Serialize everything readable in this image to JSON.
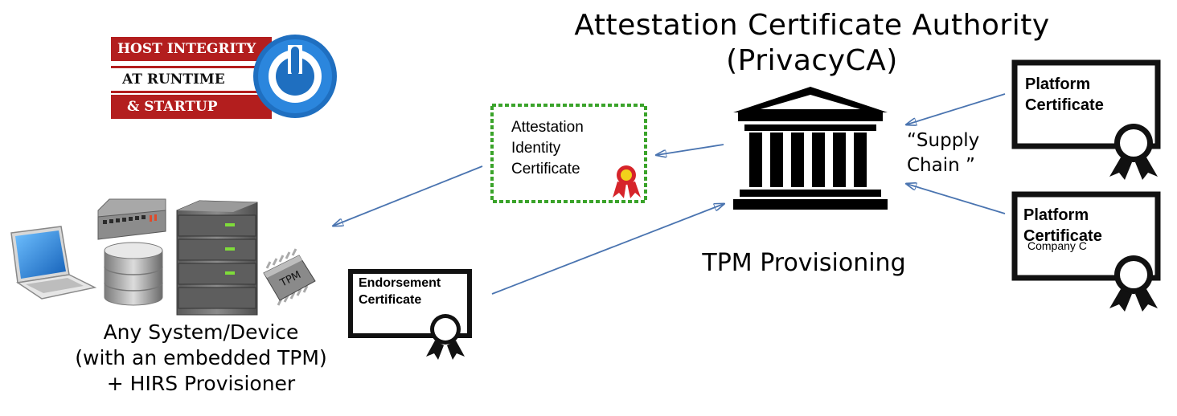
{
  "logo": {
    "line1": "HOST INTEGRITY",
    "line2": "AT RUNTIME",
    "line3": "& STARTUP"
  },
  "ca": {
    "title_line1": "Attestation Certificate Authority",
    "title_line2": "(PrivacyCA)",
    "provisioning": "TPM Provisioning"
  },
  "aic": {
    "line1": "Attestation",
    "line2": "Identity",
    "line3": "Certificate"
  },
  "endorsement": {
    "line1": "Endorsement",
    "line2": "Certificate"
  },
  "platform1": {
    "line1": "Platform",
    "line2": "Certificate"
  },
  "platform2": {
    "line1": "Platform",
    "line2": "Certificate",
    "company": "Company C"
  },
  "supply_chain": {
    "line1": "“Supply",
    "line2": "Chain ”"
  },
  "device": {
    "line1": "Any System/Device",
    "line2": "(with an embedded TPM)",
    "line3": "+ HIRS Provisioner",
    "chip_label": "TPM"
  },
  "colors": {
    "arrow": "#4a74b0",
    "logo_red": "#b31e1e",
    "power_blue": "#1f6fc0",
    "aic_border": "#3aa32a",
    "ribbon_red": "#d6242a",
    "server_gray": "#6e6e6e",
    "laptop_blue": "#2a7fd4"
  }
}
